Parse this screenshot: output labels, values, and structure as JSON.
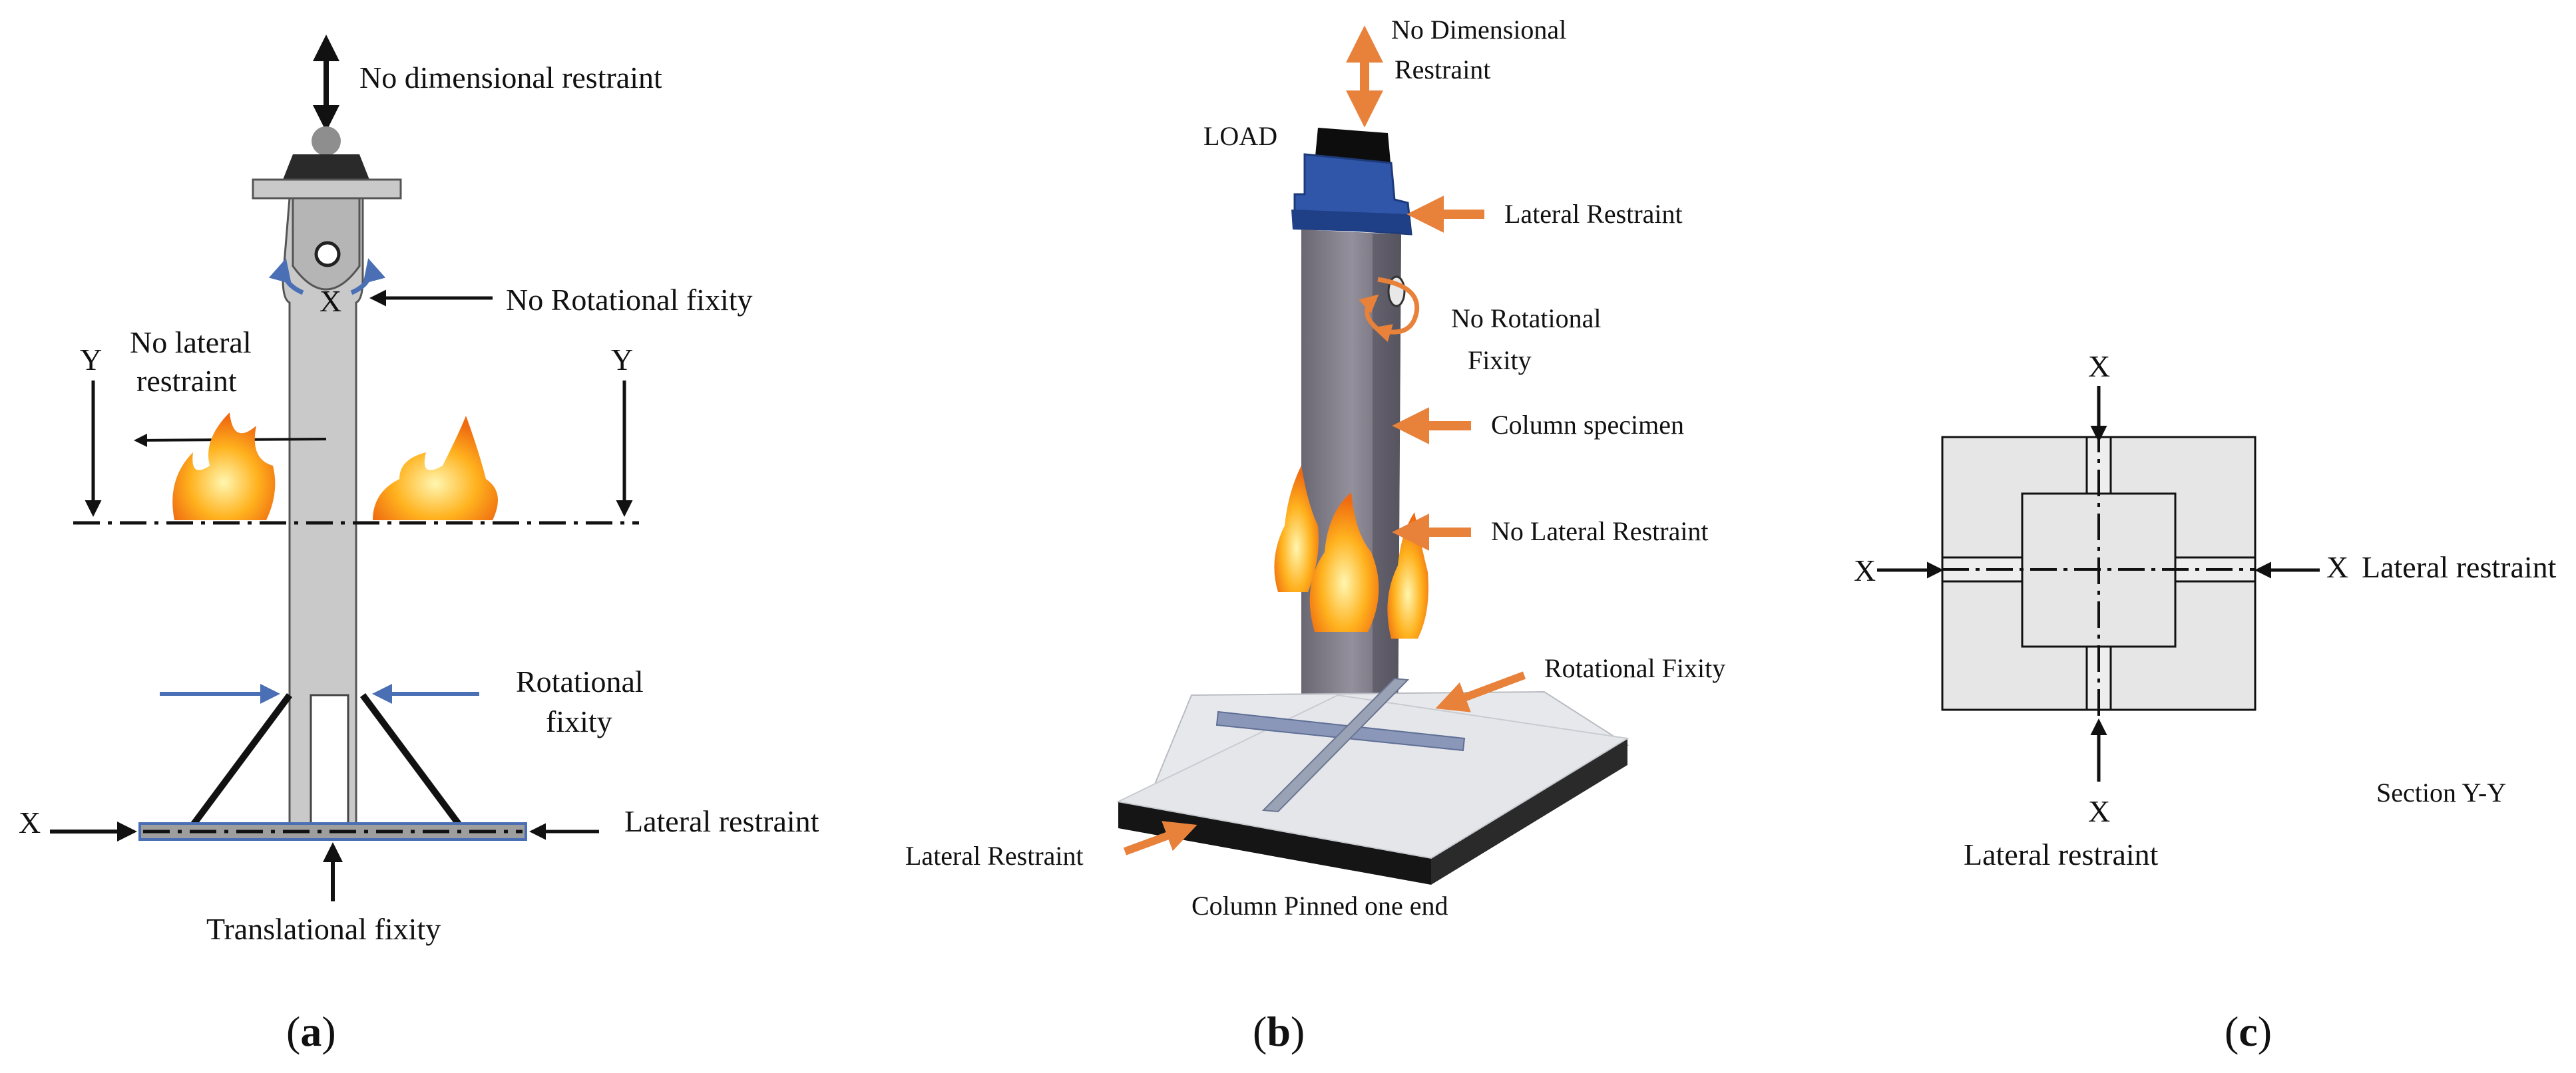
{
  "colors": {
    "steel": "#c9c9c9",
    "steel_dark": "#8f8f8f",
    "arrow_black": "#111111",
    "arrow_blue": "#4a6fb5",
    "arrow_orange": "#e8813a",
    "column_b": "#6f6c78",
    "clamp_blue": "#2f56a8",
    "base_plate": "#e6e8ec",
    "section_fill": "#e6e6e6",
    "fire_outer": "#f2a516",
    "fire_inner": "#fff3a8"
  },
  "panel_a": {
    "caption_open": "(",
    "caption_letter": "a",
    "caption_close": ")",
    "no_dimensional_restraint": "No dimensional restraint",
    "no_rotational_fixity": "No Rotational fixity",
    "top_x": "X",
    "no_lateral_restraint_line1": "No lateral",
    "no_lateral_restraint_line2": "restraint",
    "y_left": "Y",
    "y_right": "Y",
    "rotational_fixity_line1": "Rotational",
    "rotational_fixity_line2": "fixity",
    "bottom_x": "X",
    "lateral_restraint": "Lateral restraint",
    "translational_fixity": "Translational fixity"
  },
  "panel_b": {
    "caption_open": "(",
    "caption_letter": "b",
    "caption_close": ")",
    "no_dimensional_restraint_line1": "No Dimensional",
    "no_dimensional_restraint_line2": "Restraint",
    "load": "LOAD",
    "lateral_restraint_top": "Lateral Restraint",
    "no_rotational_fixity_line1": "No Rotational",
    "no_rotational_fixity_line2": "Fixity",
    "column_specimen": "Column specimen",
    "no_lateral_restraint": "No Lateral Restraint",
    "rotational_fixity": "Rotational Fixity",
    "lateral_restraint_bottom": "Lateral Restraint",
    "column_pinned_one_end": "Column Pinned one end"
  },
  "panel_c": {
    "caption_open": "(",
    "caption_letter": "c",
    "caption_close": ")",
    "x_top": "X",
    "x_left": "X",
    "x_right": "X",
    "x_bottom": "X",
    "lateral_restraint_right": "Lateral restraint",
    "lateral_restraint_bottom": "Lateral restraint",
    "section_label": "Section Y-Y"
  }
}
